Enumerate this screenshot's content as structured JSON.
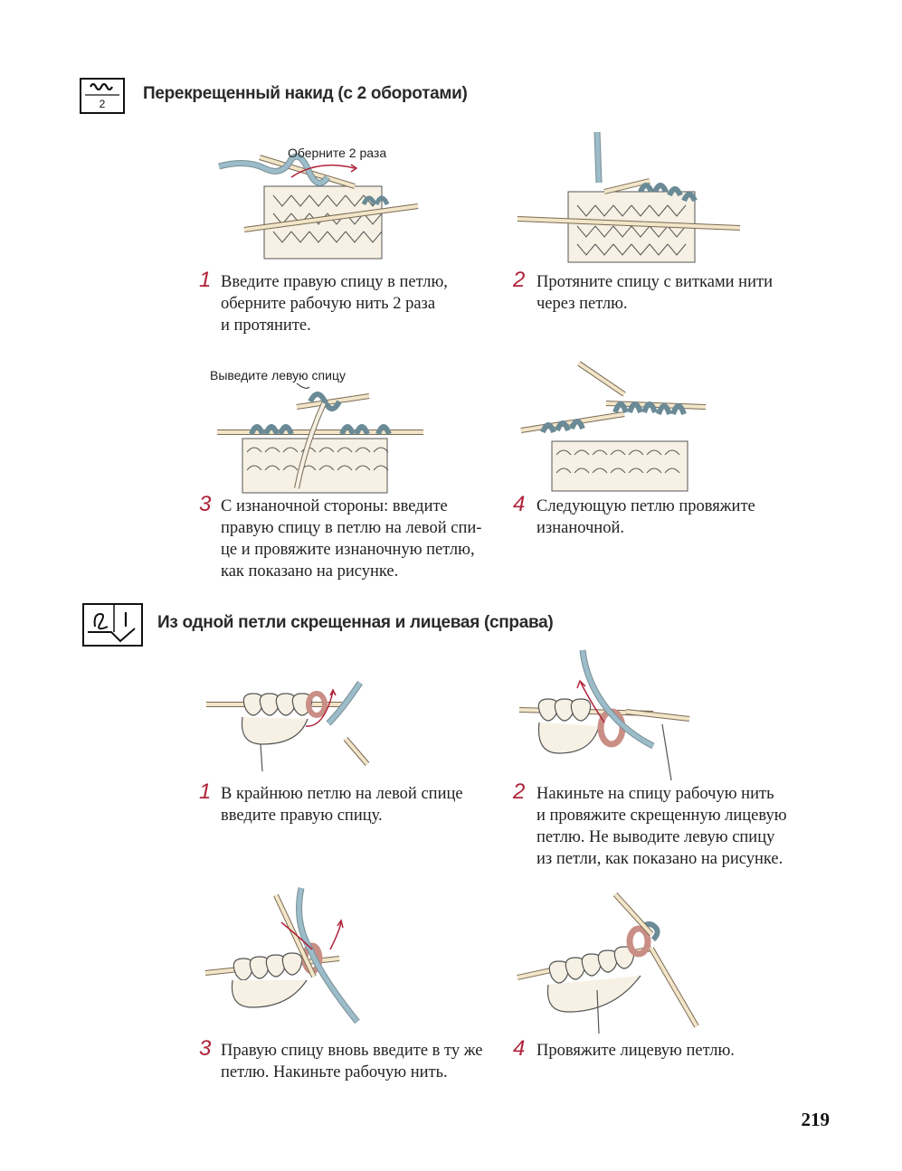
{
  "section1": {
    "symbol_number": "2",
    "title": "Перекрещенный накид (с 2 оборотами)",
    "label_wrap": "Оберните 2 раза",
    "label_left": "Выведите левую спицу",
    "steps": [
      {
        "num": "1",
        "text": "Введите правую спицу в петлю,\nоберните рабочую нить 2 раза\nи протяните."
      },
      {
        "num": "2",
        "text": "Протяните спицу с витками нити\nчерез петлю."
      },
      {
        "num": "3",
        "text": "С изнаночной стороны: введите\nправую спицу в петлю на левой спи-\nце и провяжите изнаночную петлю,\nкак показано на рисунке."
      },
      {
        "num": "4",
        "text": "Следующую петлю провяжите\nизнаночной."
      }
    ]
  },
  "section2": {
    "title": "Из одной петли скрещенная и лицевая (справа)",
    "steps": [
      {
        "num": "1",
        "text": "В крайнюю петлю на левой спице\nвведите правую спицу."
      },
      {
        "num": "2",
        "text": "Накиньте на спицу рабочую нить\nи провяжите скрещенную лицевую\nпетлю. Не выводите левую спицу\nиз петли, как показано на рисунке."
      },
      {
        "num": "3",
        "text": "Правую спицу вновь введите в ту же\nпетлю. Накиньте рабочую нить."
      },
      {
        "num": "4",
        "text": "Провяжите лицевую петлю."
      }
    ]
  },
  "colors": {
    "accent": "#b0223a",
    "yarn_blue": "#9bbcc8",
    "yarn_pink": "#c98e86",
    "yarn_cream": "#f6f1e4"
  },
  "page_number": "219"
}
